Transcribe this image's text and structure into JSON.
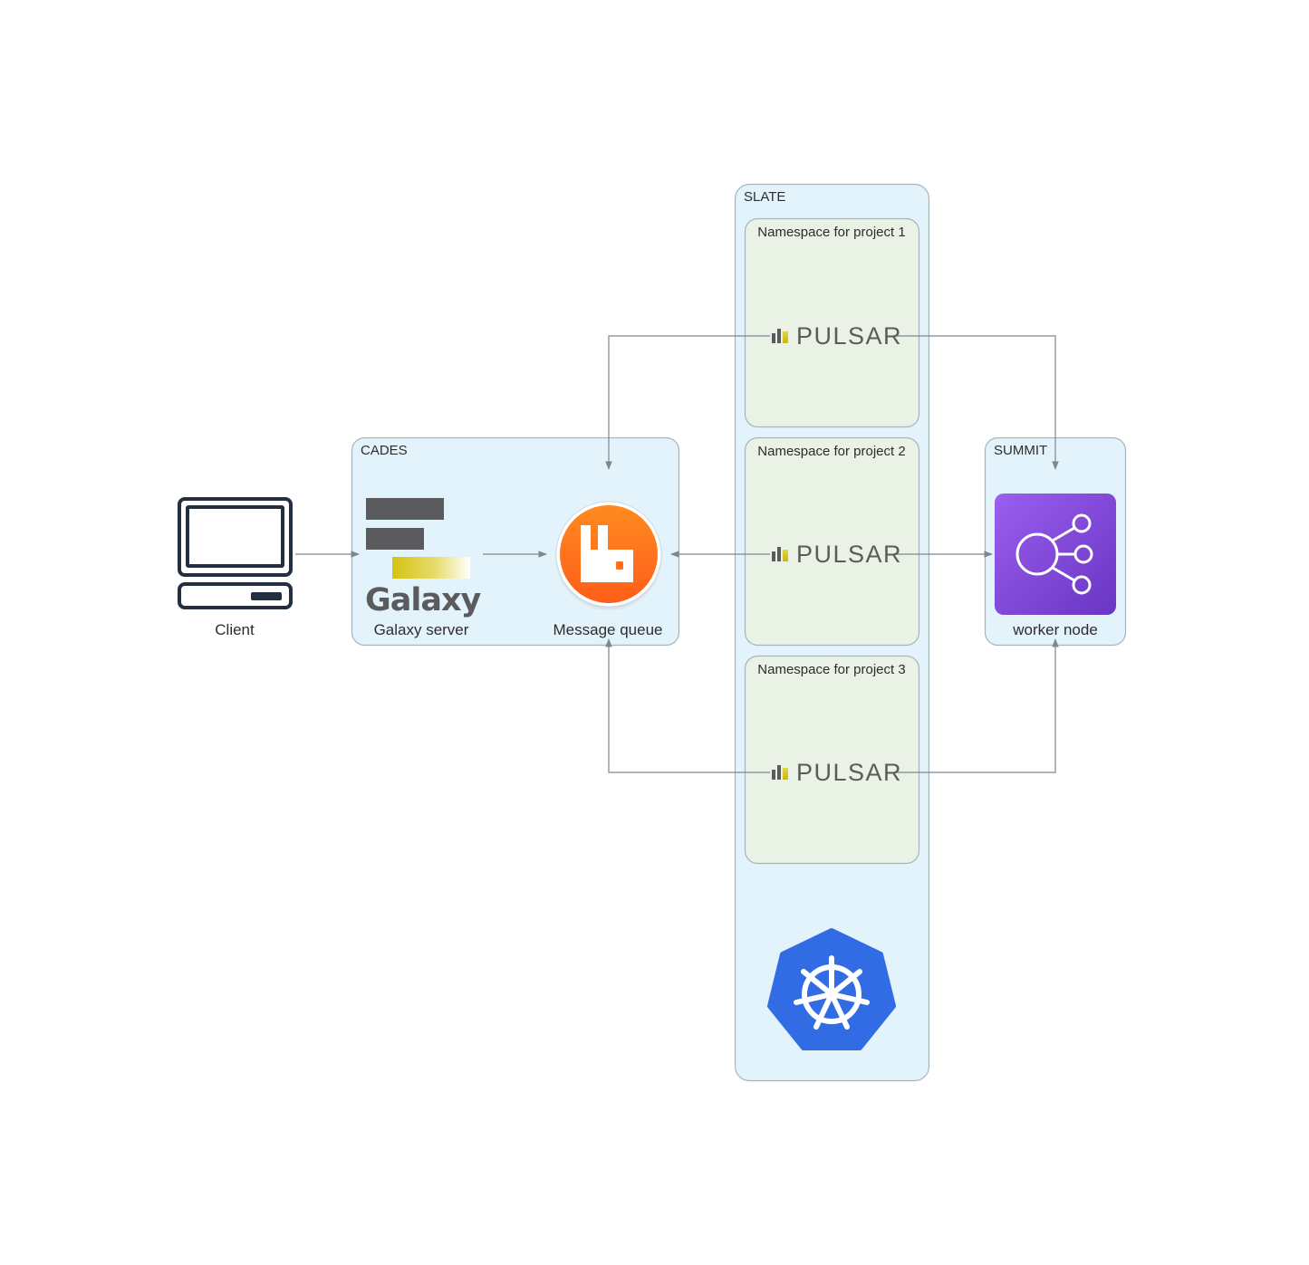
{
  "groups": {
    "slate": "SLATE",
    "cades": "CADES",
    "summit": "SUMMIT"
  },
  "namespaces": [
    "Namespace for project 1",
    "Namespace for project 2",
    "Namespace for project 3"
  ],
  "nodes": {
    "client": "Client",
    "galaxy_server": "Galaxy server",
    "message_queue": "Message queue",
    "worker_node": "worker node"
  },
  "logos": {
    "galaxy_wordmark": "Galaxy",
    "pulsar_wordmark": "PULSAR"
  },
  "icons": {
    "client": "laptop-icon",
    "galaxy": "galaxy-logo-icon",
    "message_queue": "rabbitmq-icon",
    "pulsar": "pulsar-logo-icon",
    "worker_node": "compute-node-icon",
    "kubernetes": "kubernetes-icon"
  },
  "colors": {
    "group_fill": "#e3f3fb",
    "group_stroke": "#a8b4bd",
    "namespace_fill": "#eaf1e5",
    "edge": "#7c8790",
    "galaxy_bars": "#5b5b5d",
    "galaxy_accent": "#d4c213",
    "rabbitmq": "#ff6e1c",
    "worker": "#7a45d6",
    "kubernetes": "#326ce5"
  }
}
